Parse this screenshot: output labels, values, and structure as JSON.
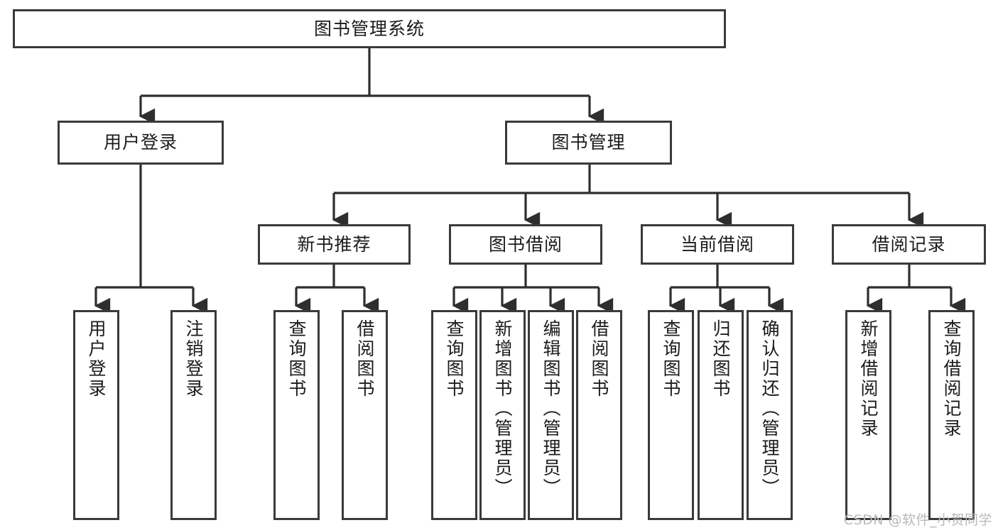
{
  "diagram": {
    "title": "图书管理系统",
    "type": "tree-hierarchy-chart",
    "watermark": "CSDN @软件_小贺同学",
    "colors": {
      "box_border": "#3a3a3a",
      "box_fill": "#ffffff",
      "connector": "#2e2e2e",
      "text": "#1b1b1b",
      "watermark": "#b9b9b9"
    },
    "root": {
      "label": "图书管理系统"
    },
    "level2": [
      {
        "label": "用户登录"
      },
      {
        "label": "图书管理"
      }
    ],
    "level3": [
      {
        "label": "新书推荐"
      },
      {
        "label": "图书借阅"
      },
      {
        "label": "当前借阅"
      },
      {
        "label": "借阅记录"
      }
    ],
    "leaves": {
      "user_login": [
        {
          "label": "用户登录"
        },
        {
          "label": "注销登录"
        }
      ],
      "new_book_recommend": [
        {
          "label": "查询图书"
        },
        {
          "label": "借阅图书"
        }
      ],
      "book_borrow": [
        {
          "label": "查询图书"
        },
        {
          "label": "新增图书（管理员）"
        },
        {
          "label": "编辑图书（管理员）"
        },
        {
          "label": "借阅图书"
        }
      ],
      "current_borrow": [
        {
          "label": "查询图书"
        },
        {
          "label": "归还图书"
        },
        {
          "label": "确认归还（管理员）"
        }
      ],
      "borrow_record": [
        {
          "label": "新增借阅记录"
        },
        {
          "label": "查询借阅记录"
        }
      ]
    }
  }
}
